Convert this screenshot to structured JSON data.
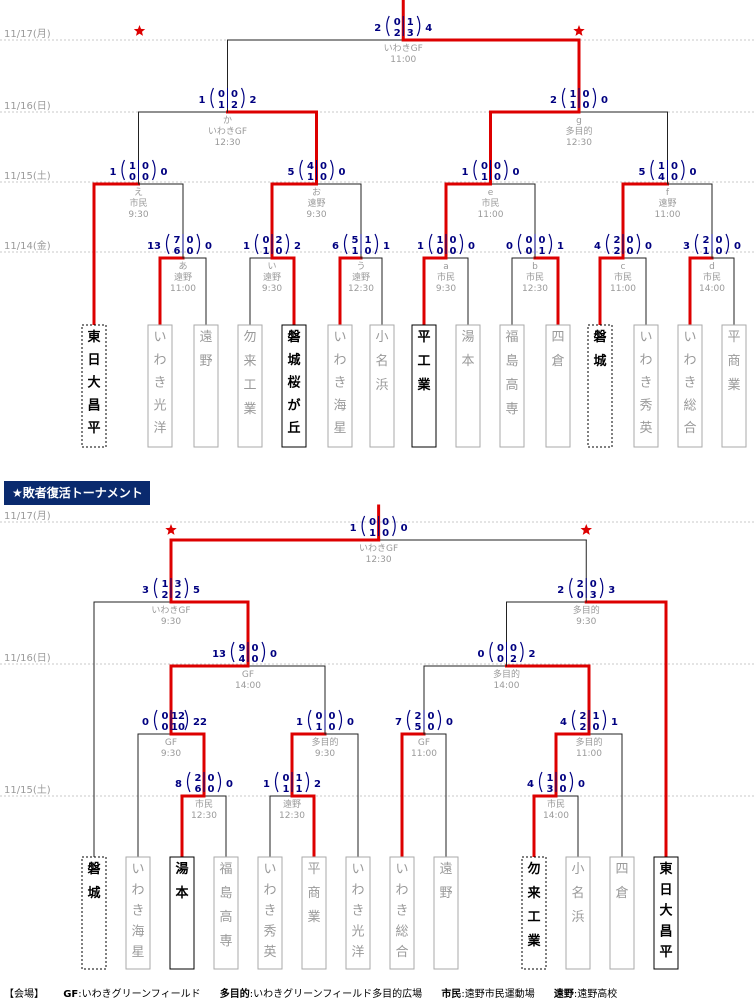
{
  "dates": {
    "d17": "11/17(月)",
    "d16": "11/16(日)",
    "d15": "11/15(土)",
    "d14": "11/14(金)"
  },
  "section_title": "★敗者復活トーナメント",
  "legend": {
    "header": "【会場】",
    "items": [
      {
        "abbr": "GF",
        "full": ":いわきグリーンフィールド"
      },
      {
        "abbr": "多目的",
        "full": ":いわきグリーンフィールド多目的広場"
      },
      {
        "abbr": "市民",
        "full": ":遠野市民運動場"
      },
      {
        "abbr": "遠野",
        "full": ":遠野高校"
      }
    ]
  },
  "colors": {
    "win_line": "#dd0000",
    "lose_line": "#222222",
    "grey_text": "#9a9a9a",
    "score_blue": "#000080"
  },
  "main": {
    "teams": [
      {
        "name": "東日大昌平",
        "eliminated": false,
        "dotted": true
      },
      {
        "name": "いわき光洋",
        "eliminated": true,
        "dotted": false
      },
      {
        "name": "遠野",
        "eliminated": true,
        "dotted": false
      },
      {
        "name": "勿来工業",
        "eliminated": true,
        "dotted": false
      },
      {
        "name": "磐城桜が丘",
        "eliminated": false,
        "dotted": false
      },
      {
        "name": "いわき海星",
        "eliminated": true,
        "dotted": false
      },
      {
        "name": "小名浜",
        "eliminated": true,
        "dotted": false
      },
      {
        "name": "平工業",
        "eliminated": false,
        "dotted": false
      },
      {
        "name": "湯本",
        "eliminated": true,
        "dotted": false
      },
      {
        "name": "福島高専",
        "eliminated": true,
        "dotted": false
      },
      {
        "name": "四倉",
        "eliminated": true,
        "dotted": false
      },
      {
        "name": "磐城",
        "eliminated": false,
        "dotted": true
      },
      {
        "name": "いわき秀英",
        "eliminated": true,
        "dotted": false
      },
      {
        "name": "いわき総合",
        "eliminated": true,
        "dotted": false
      },
      {
        "name": "平商業",
        "eliminated": true,
        "dotted": false
      }
    ],
    "matches": [
      {
        "label": "あ",
        "venue": "遠野",
        "time": "11:00",
        "left_total": "13",
        "right_total": "0",
        "left_scores": [
          "7",
          "6"
        ],
        "right_scores": [
          "0",
          "0"
        ]
      },
      {
        "label": "い",
        "venue": "遠野",
        "time": "9:30",
        "left_total": "1",
        "right_total": "2",
        "left_scores": [
          "0",
          "1"
        ],
        "right_scores": [
          "2",
          "0"
        ]
      },
      {
        "label": "う",
        "venue": "遠野",
        "time": "12:30",
        "left_total": "6",
        "right_total": "1",
        "left_scores": [
          "5",
          "1"
        ],
        "right_scores": [
          "1",
          "0"
        ]
      },
      {
        "label": "a",
        "venue": "市民",
        "time": "9:30",
        "left_total": "1",
        "right_total": "0",
        "left_scores": [
          "1",
          "0"
        ],
        "right_scores": [
          "0",
          "0"
        ]
      },
      {
        "label": "b",
        "venue": "市民",
        "time": "12:30",
        "left_total": "0",
        "right_total": "1",
        "left_scores": [
          "0",
          "0"
        ],
        "right_scores": [
          "0",
          "1"
        ]
      },
      {
        "label": "c",
        "venue": "市民",
        "time": "11:00",
        "left_total": "4",
        "right_total": "0",
        "left_scores": [
          "2",
          "2"
        ],
        "right_scores": [
          "0",
          "0"
        ]
      },
      {
        "label": "d",
        "venue": "市民",
        "time": "14:00",
        "left_total": "3",
        "right_total": "0",
        "left_scores": [
          "2",
          "1"
        ],
        "right_scores": [
          "0",
          "0"
        ]
      },
      {
        "label": "え",
        "venue": "市民",
        "time": "9:30",
        "left_total": "1",
        "right_total": "0",
        "left_scores": [
          "1",
          "0"
        ],
        "right_scores": [
          "0",
          "0"
        ]
      },
      {
        "label": "お",
        "venue": "遠野",
        "time": "9:30",
        "left_total": "5",
        "right_total": "0",
        "left_scores": [
          "4",
          "1"
        ],
        "right_scores": [
          "0",
          "0"
        ]
      },
      {
        "label": "e",
        "venue": "市民",
        "time": "11:00",
        "left_total": "1",
        "right_total": "0",
        "left_scores": [
          "0",
          "1"
        ],
        "right_scores": [
          "0",
          "0"
        ]
      },
      {
        "label": "f",
        "venue": "遠野",
        "time": "11:00",
        "left_total": "5",
        "right_total": "0",
        "left_scores": [
          "1",
          "4"
        ],
        "right_scores": [
          "0",
          "0"
        ]
      },
      {
        "label": "か",
        "venue": "いわきGF",
        "time": "12:30",
        "left_total": "1",
        "right_total": "2",
        "left_scores": [
          "0",
          "1"
        ],
        "right_scores": [
          "0",
          "2"
        ]
      },
      {
        "label": "g",
        "venue": "多目的",
        "time": "12:30",
        "left_total": "2",
        "right_total": "0",
        "left_scores": [
          "1",
          "1"
        ],
        "right_scores": [
          "0",
          "0"
        ]
      },
      {
        "label": "",
        "venue": "いわきGF",
        "time": "11:00",
        "left_total": "2",
        "right_total": "4",
        "left_scores": [
          "0",
          "2"
        ],
        "right_scores": [
          "1",
          "3"
        ]
      }
    ]
  },
  "consolation": {
    "teams": [
      {
        "name": "磐城",
        "eliminated": false,
        "dotted": true
      },
      {
        "name": "いわき海星",
        "eliminated": true,
        "dotted": false
      },
      {
        "name": "湯本",
        "eliminated": false,
        "dotted": false
      },
      {
        "name": "福島高専",
        "eliminated": true,
        "dotted": false
      },
      {
        "name": "いわき秀英",
        "eliminated": true,
        "dotted": false
      },
      {
        "name": "平商業",
        "eliminated": true,
        "dotted": false
      },
      {
        "name": "いわき光洋",
        "eliminated": true,
        "dotted": false
      },
      {
        "name": "いわき総合",
        "eliminated": true,
        "dotted": false
      },
      {
        "name": "遠野",
        "eliminated": true,
        "dotted": false
      },
      {
        "name": "勿来工業",
        "eliminated": false,
        "dotted": true
      },
      {
        "name": "小名浜",
        "eliminated": true,
        "dotted": false
      },
      {
        "name": "四倉",
        "eliminated": true,
        "dotted": false
      },
      {
        "name": "東日大昌平",
        "eliminated": false,
        "dotted": false
      }
    ],
    "matches": [
      {
        "venue": "市民",
        "time": "12:30",
        "left_total": "8",
        "right_total": "0",
        "left_scores": [
          "2",
          "6"
        ],
        "right_scores": [
          "0",
          "0"
        ]
      },
      {
        "venue": "遠野",
        "time": "12:30",
        "left_total": "1",
        "right_total": "2",
        "left_scores": [
          "0",
          "1"
        ],
        "right_scores": [
          "1",
          "1"
        ]
      },
      {
        "venue": "市民",
        "time": "14:00",
        "left_total": "4",
        "right_total": "0",
        "left_scores": [
          "1",
          "3"
        ],
        "right_scores": [
          "0",
          "0"
        ]
      },
      {
        "venue": "GF",
        "time": "9:30",
        "left_total": "0",
        "right_total": "22",
        "left_scores": [
          "0",
          "0"
        ],
        "right_scores": [
          "12",
          "10"
        ]
      },
      {
        "venue": "多目的",
        "time": "9:30",
        "left_total": "1",
        "right_total": "0",
        "left_scores": [
          "0",
          "1"
        ],
        "right_scores": [
          "0",
          "0"
        ]
      },
      {
        "venue": "GF",
        "time": "11:00",
        "left_total": "7",
        "right_total": "0",
        "left_scores": [
          "2",
          "5"
        ],
        "right_scores": [
          "0",
          "0"
        ]
      },
      {
        "venue": "多目的",
        "time": "11:00",
        "left_total": "4",
        "right_total": "1",
        "left_scores": [
          "2",
          "2"
        ],
        "right_scores": [
          "1",
          "0"
        ]
      },
      {
        "venue": "GF",
        "time": "14:00",
        "left_total": "13",
        "right_total": "0",
        "left_scores": [
          "9",
          "4"
        ],
        "right_scores": [
          "0",
          "0"
        ]
      },
      {
        "venue": "多目的",
        "time": "14:00",
        "left_total": "0",
        "right_total": "2",
        "left_scores": [
          "0",
          "0"
        ],
        "right_scores": [
          "0",
          "2"
        ]
      },
      {
        "venue": "いわきGF",
        "time": "9:30",
        "left_total": "3",
        "right_total": "5",
        "left_scores": [
          "1",
          "2"
        ],
        "right_scores": [
          "3",
          "2"
        ]
      },
      {
        "venue": "多目的",
        "time": "9:30",
        "left_total": "2",
        "right_total": "3",
        "left_scores": [
          "2",
          "0"
        ],
        "right_scores": [
          "0",
          "3"
        ]
      },
      {
        "venue": "いわきGF",
        "time": "12:30",
        "left_total": "1",
        "right_total": "0",
        "left_scores": [
          "0",
          "1"
        ],
        "right_scores": [
          "0",
          "0"
        ]
      }
    ]
  }
}
